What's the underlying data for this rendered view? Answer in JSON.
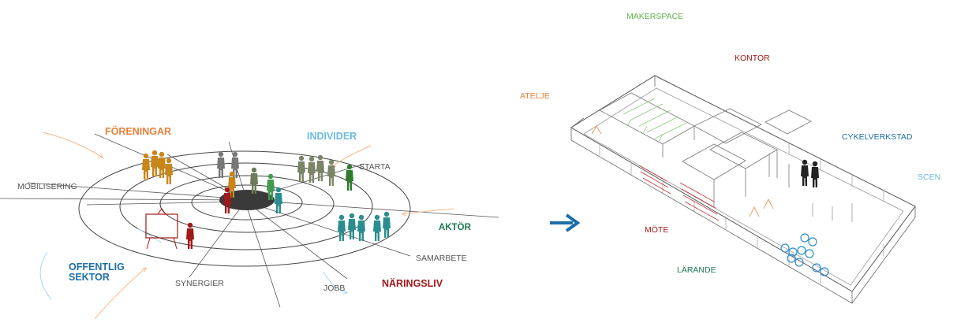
{
  "colors": {
    "orange": "#e8803a",
    "light_blue": "#6bbbe4",
    "teal": "#2a8d8f",
    "green": "#3f9c4d",
    "dark_green": "#1d7a52",
    "red": "#a01818",
    "blue": "#1c6fa6",
    "gray": "#666666",
    "lime": "#62b04a",
    "olive": "#6c7a59",
    "gold": "#c8861a"
  },
  "left_diagram": {
    "stakeholders": {
      "foreningar": "FÖRENINGAR",
      "individer": "INDIVIDER",
      "aktor": "AKTÖR",
      "offentlig_sektor_line1": "OFFENTLIG",
      "offentlig_sektor_line2": "SEKTOR",
      "naringsliv": "NÄRINGSLIV"
    },
    "activities": {
      "mobilisering": "MOBILISERING",
      "starta": "STARTA",
      "samarbete": "SAMARBETE",
      "synergier": "SYNERGIER",
      "jobb": "JOBB"
    }
  },
  "arrow": {
    "icon": "arrow-right-icon"
  },
  "right_diagram": {
    "spaces": {
      "makerspace": "MAKERSPACE",
      "kontor": "KONTOR",
      "atelje": "ATELJÉ",
      "cykelverkstad": "CYKELVERKSTAD",
      "scen": "SCEN",
      "mote": "MÖTE",
      "larande": "LÄRANDE"
    }
  }
}
